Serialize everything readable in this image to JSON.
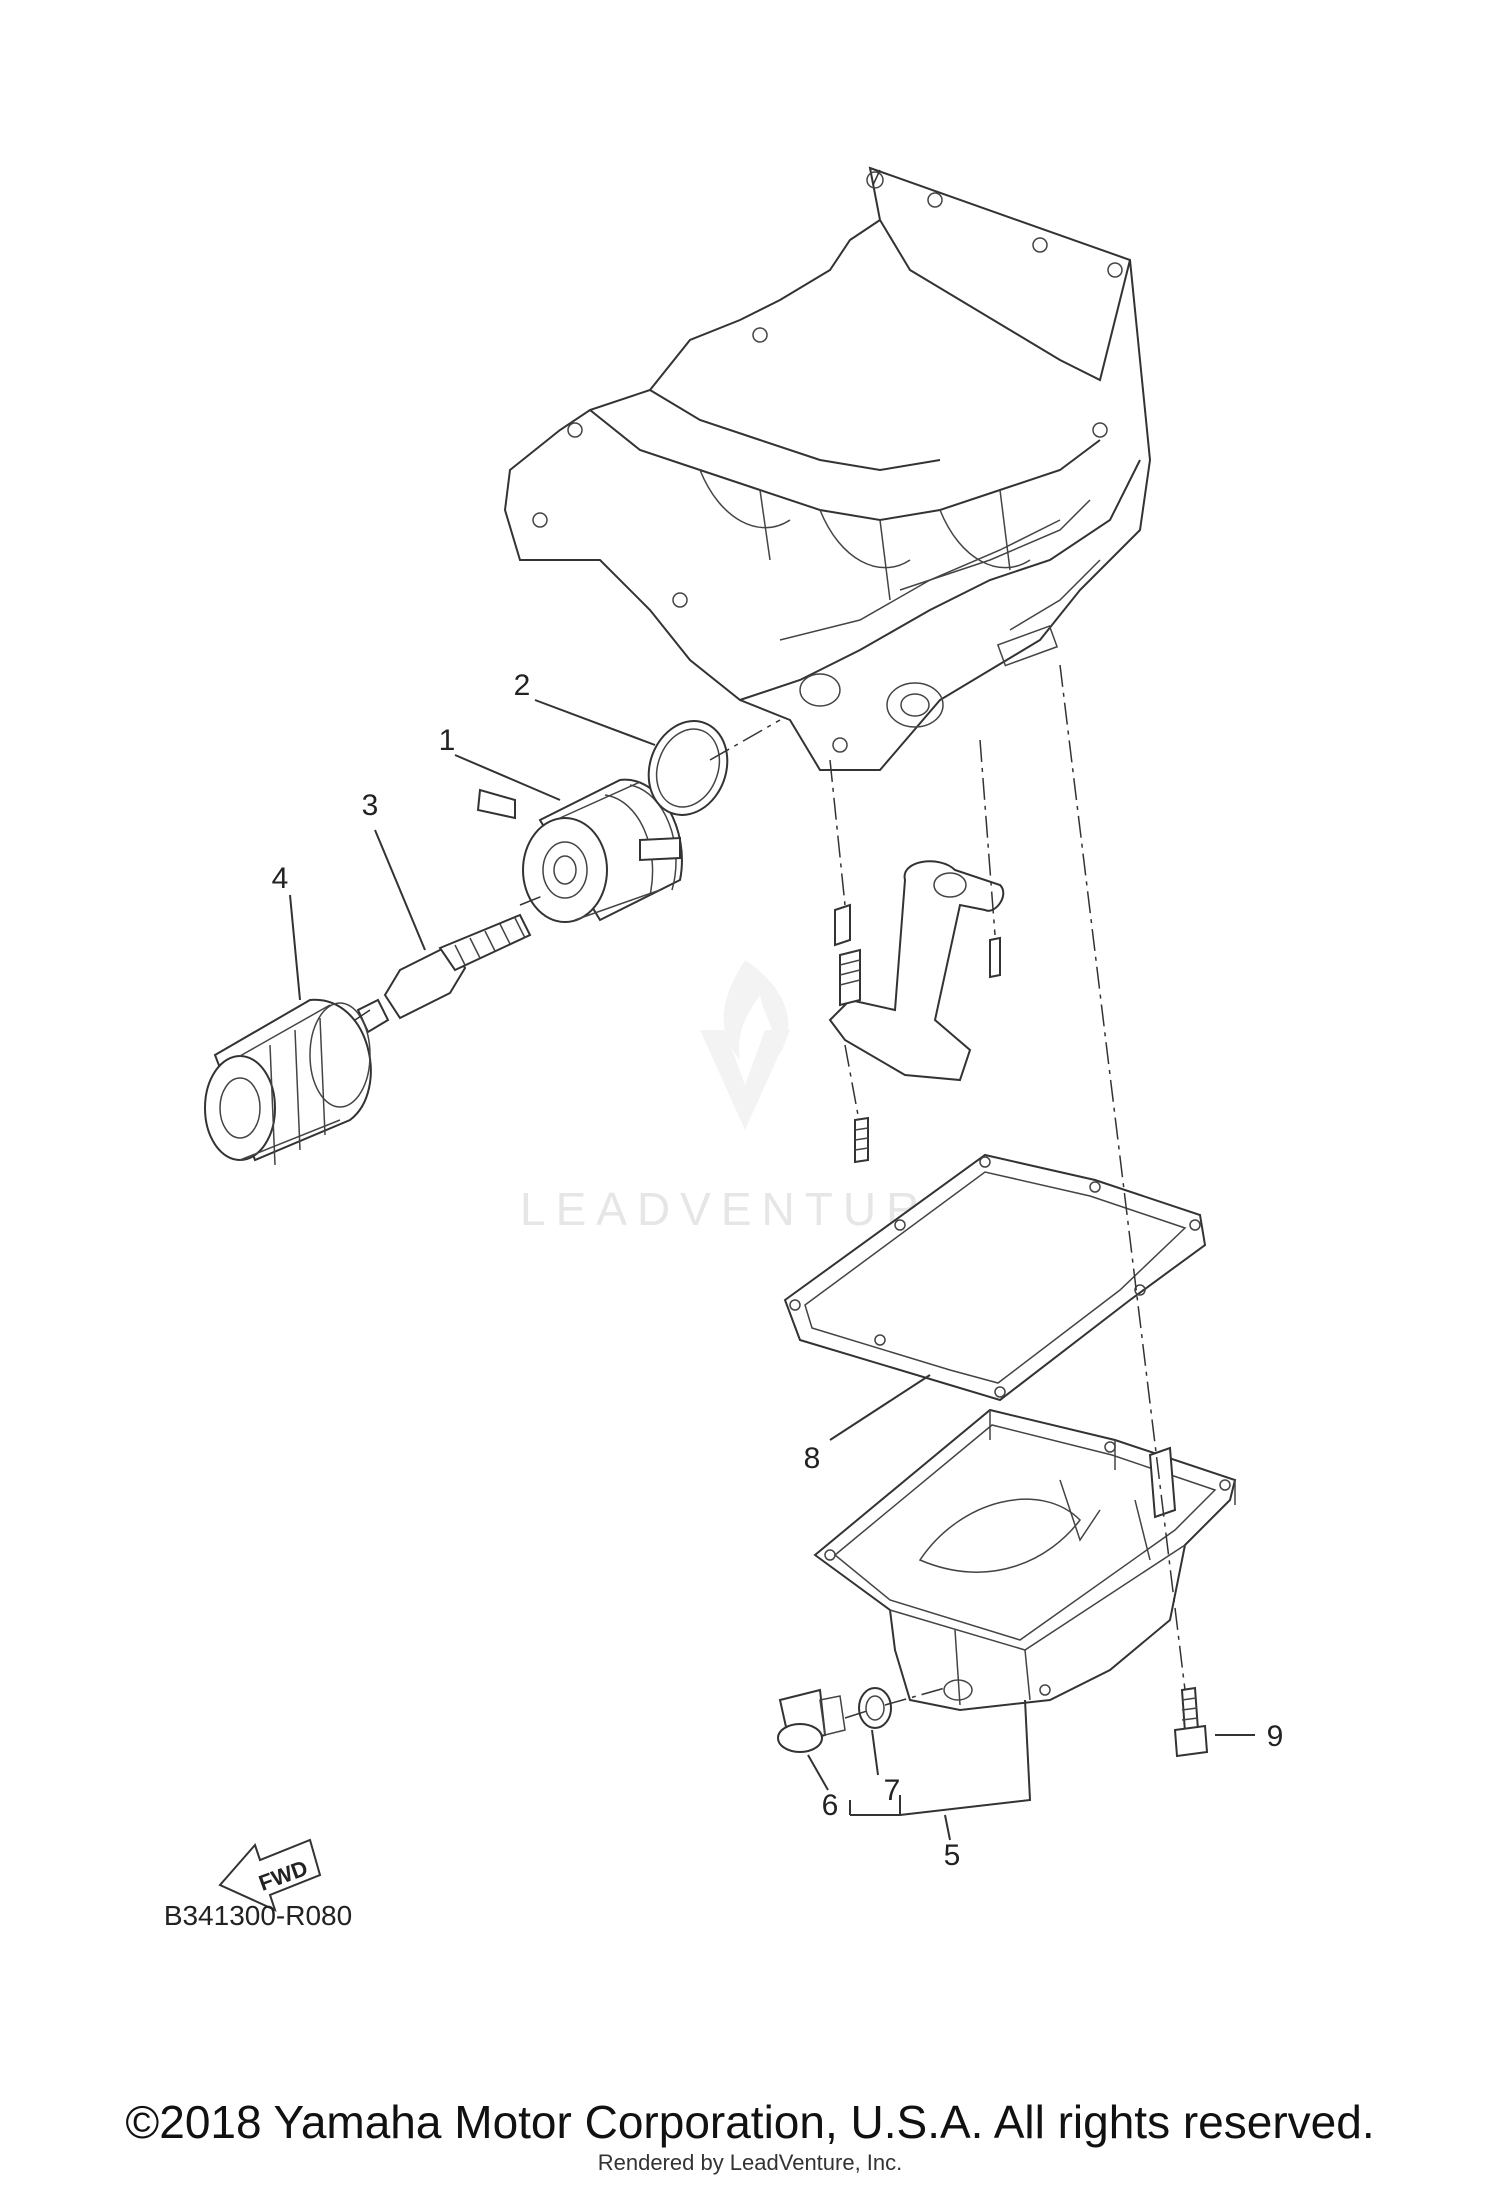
{
  "diagram": {
    "callouts": [
      "1",
      "2",
      "3",
      "4",
      "5",
      "6",
      "7",
      "8",
      "9"
    ],
    "reference_code": "B341300-R080",
    "fwd_label": "FWD",
    "watermark": "LEADVENTURE"
  },
  "footer": {
    "copyright": "©2018 Yamaha Motor Corporation, U.S.A. All rights reserved.",
    "rendered_by": "Rendered by LeadVenture, Inc."
  },
  "colors": {
    "line": "#333333",
    "watermark": "#e6e6e6",
    "background": "#ffffff"
  }
}
